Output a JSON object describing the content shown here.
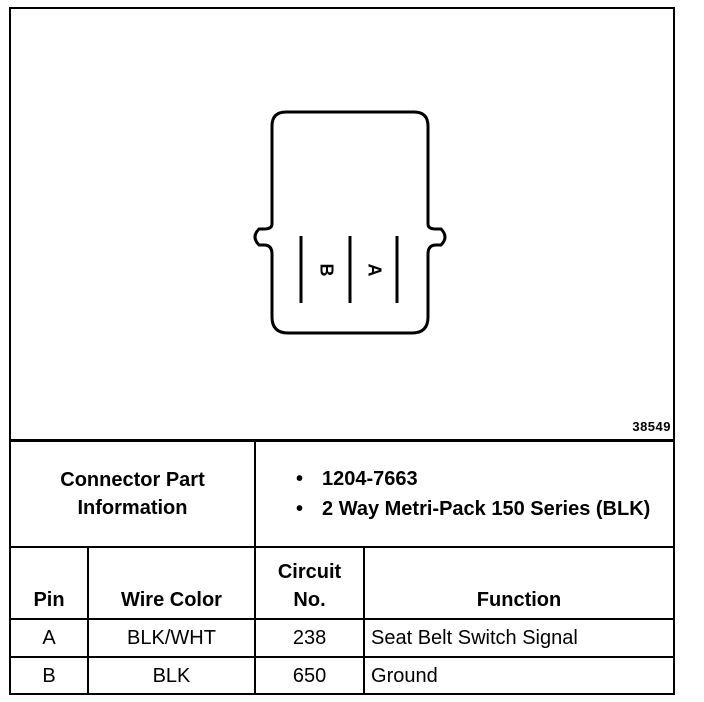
{
  "diagram": {
    "figure_id": "38549",
    "connector_pins": [
      "B",
      "A"
    ]
  },
  "info": {
    "label": "Connector Part Information",
    "items": [
      "1204-7663",
      "2 Way Metri-Pack 150 Series (BLK)"
    ]
  },
  "table": {
    "headers": {
      "pin": "Pin",
      "wire_color": "Wire Color",
      "circuit": "Circuit No.",
      "function": "Function"
    },
    "rows": [
      {
        "pin": "A",
        "wire_color": "BLK/WHT",
        "circuit": "238",
        "function": "Seat Belt Switch Signal"
      },
      {
        "pin": "B",
        "wire_color": "BLK",
        "circuit": "650",
        "function": "Ground"
      }
    ]
  }
}
